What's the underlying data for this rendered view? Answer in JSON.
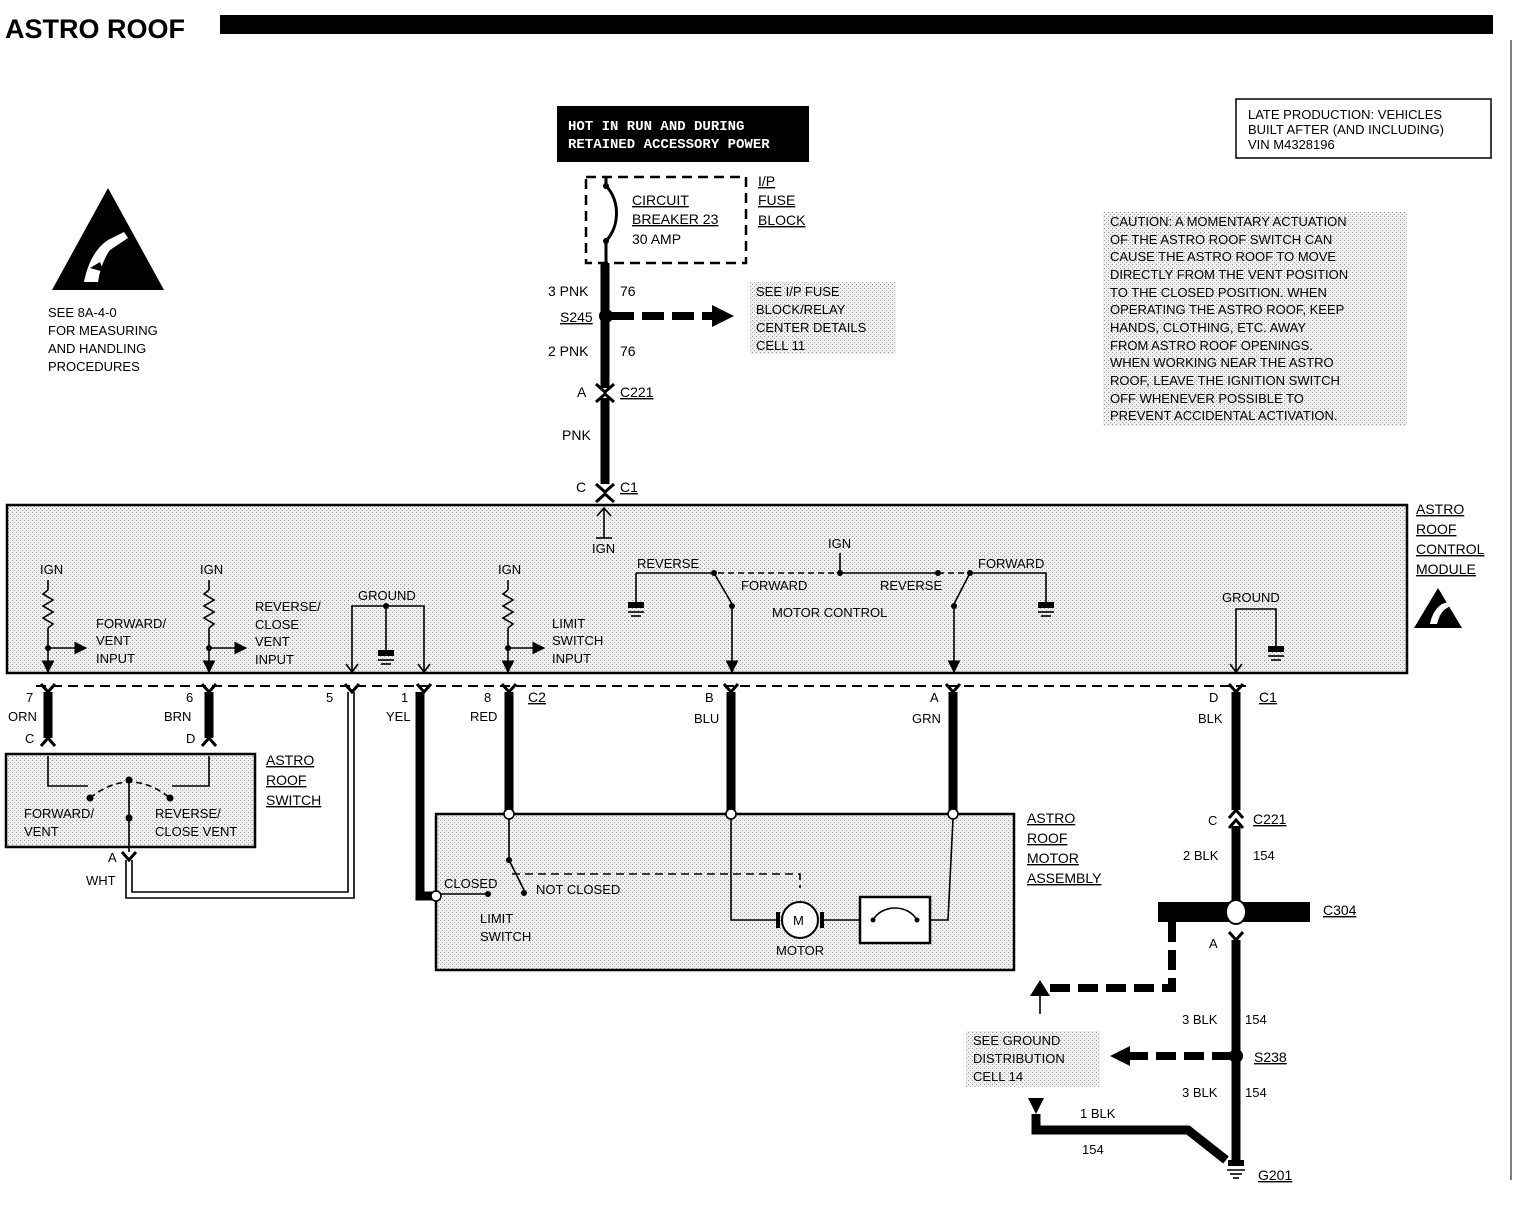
{
  "title": "ASTRO ROOF",
  "power_label": [
    "HOT IN RUN AND DURING",
    "RETAINED ACCESSORY POWER"
  ],
  "late_production_note": [
    "LATE PRODUCTION: VEHICLES",
    "BUILT AFTER (AND INCLUDING)",
    "VIN M4328196"
  ],
  "caution_note": [
    "CAUTION: A MOMENTARY ACTUATION",
    "OF THE ASTRO ROOF SWITCH CAN",
    "CAUSE THE ASTRO ROOF TO MOVE",
    "DIRECTLY FROM THE VENT POSITION",
    "TO THE CLOSED POSITION. WHEN",
    "OPERATING THE ASTRO ROOF, KEEP",
    "HANDS, CLOTHING, ETC. AWAY",
    "FROM ASTRO ROOF OPENINGS.",
    "WHEN WORKING NEAR THE ASTRO",
    "ROOF, LEAVE THE IGNITION SWITCH",
    "OFF WHENEVER POSSIBLE TO",
    "PREVENT ACCIDENTAL ACTIVATION."
  ],
  "esd_note": [
    "SEE 8A-4-0",
    "FOR MEASURING",
    "AND HANDLING",
    "PROCEDURES"
  ],
  "fuse_block": {
    "breaker": [
      "CIRCUIT",
      "BREAKER 23",
      "30 AMP"
    ],
    "name": [
      "I/P",
      "FUSE",
      "BLOCK"
    ]
  },
  "feed": {
    "wire1": "3 PNK",
    "circuit1": "76",
    "splice": "S245",
    "splice_ref": [
      "SEE I/P FUSE",
      "BLOCK/RELAY",
      "CENTER DETAILS",
      "CELL 11"
    ],
    "wire2": "2 PNK",
    "circuit2": "76",
    "conn_pin": "A",
    "conn": "C221",
    "wire3": "PNK",
    "module_pin": "C",
    "module_conn": "C1"
  },
  "module": {
    "name": [
      "ASTRO",
      "ROOF",
      "CONTROL",
      "MODULE"
    ],
    "ign": "IGN",
    "forward_vent_input": [
      "FORWARD/",
      "VENT",
      "INPUT"
    ],
    "reverse_close_vent_input": [
      "REVERSE/",
      "CLOSE",
      "VENT",
      "INPUT"
    ],
    "ground": "GROUND",
    "limit_switch_input": [
      "LIMIT",
      "SWITCH",
      "INPUT"
    ],
    "reverse": "REVERSE",
    "forward": "FORWARD",
    "motor_control": "MOTOR CONTROL"
  },
  "pins": [
    {
      "pin": "7",
      "color": "ORN"
    },
    {
      "pin": "6",
      "color": "BRN"
    },
    {
      "pin": "5",
      "color": ""
    },
    {
      "pin": "1",
      "color": "YEL"
    },
    {
      "pin": "8",
      "color": "RED"
    },
    {
      "pin": "B",
      "color": "BLU"
    },
    {
      "pin": "A",
      "color": "GRN"
    },
    {
      "pin": "D",
      "color": "BLK"
    }
  ],
  "c2": "C2",
  "c1": "C1",
  "switch": {
    "name": [
      "ASTRO",
      "ROOF",
      "SWITCH"
    ],
    "pin_c": "C",
    "pin_d": "D",
    "pin_a": "A",
    "forward_vent": [
      "FORWARD/",
      "VENT"
    ],
    "reverse_close_vent": [
      "REVERSE/",
      "CLOSE VENT"
    ],
    "wire": "WHT"
  },
  "motor_assembly": {
    "name": [
      "ASTRO",
      "ROOF",
      "MOTOR",
      "ASSEMBLY"
    ],
    "closed": "CLOSED",
    "not_closed": "NOT CLOSED",
    "limit_switch": [
      "LIMIT",
      "SWITCH"
    ],
    "motor": "MOTOR",
    "motor_symbol": "M"
  },
  "ground_path": {
    "c221_pin": "C",
    "c221": "C221",
    "wire1": "2 BLK",
    "circuit1": "154",
    "c304": "C304",
    "c304_pin": "A",
    "wire2": "3 BLK",
    "circuit2": "154",
    "splice": "S238",
    "ground_ref": [
      "SEE GROUND",
      "DISTRIBUTION",
      "CELL 14"
    ],
    "wire3": "3 BLK",
    "circuit3": "154",
    "wire4": "1 BLK",
    "circuit4": "154",
    "ground": "G201"
  }
}
